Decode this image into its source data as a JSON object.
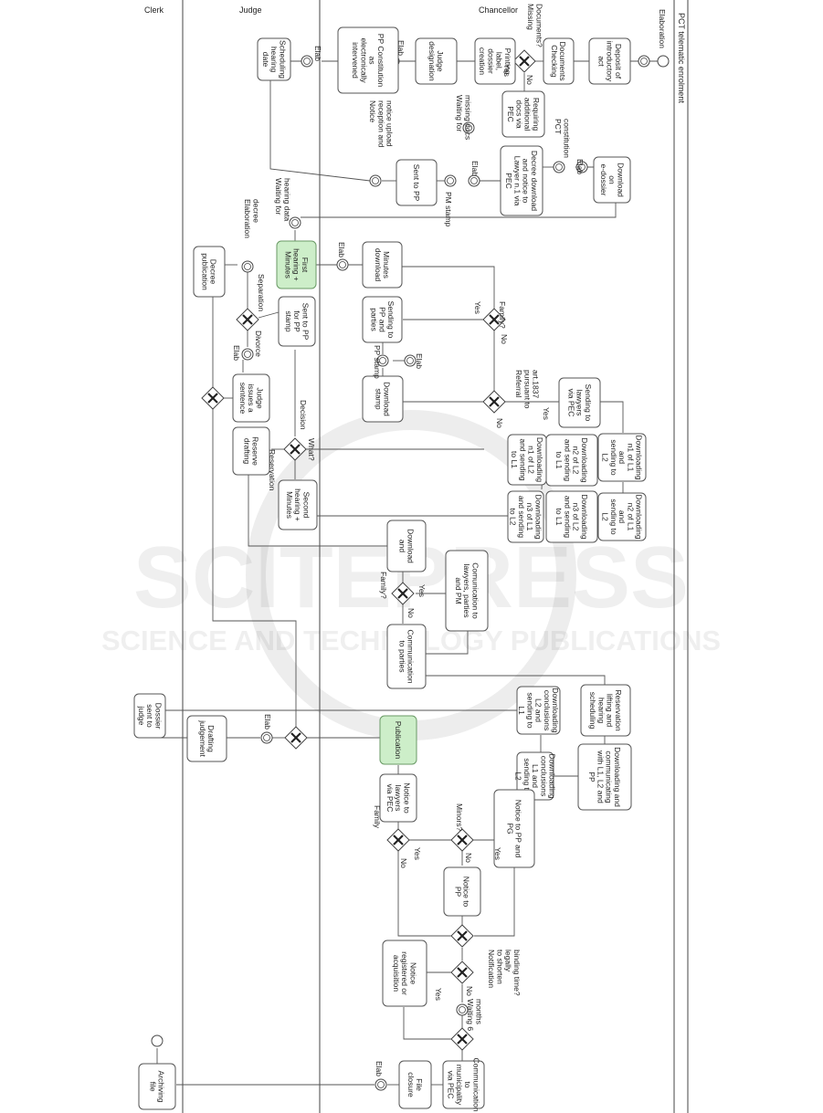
{
  "lanes": {
    "clerk": "Clerk",
    "judge": "Judge",
    "chancellor": "Chancellor",
    "enrolment": "PCT telematic enrolment"
  },
  "watermark": {
    "line1": "SCITEPRESS",
    "line2": "SCIENCE AND TECHNOLOGY PUBLICATIONS"
  },
  "tasks": {
    "deposit": "Deposit of introductory act",
    "doc_check": "Documents Checking",
    "print_label": "Printing label, dossier creation",
    "judge_designation": "Judge designation",
    "pp_constitution": "PP Constitution as electronically intervened",
    "scheduling": "Scheduling hearing date",
    "requiring": "Requiring additional docs via PEC",
    "download_edossier": "Download on e-dossier",
    "decree_download": "Decree download and notice to Lawyer n.1 via PEC",
    "sent_pp": "Sent to PP",
    "minutes_download": "Minutes download",
    "first_hearing": "First hearing + Minutes",
    "decree_publication": "Decree publication",
    "sending_pp_parties": "Sending to PP and parties",
    "sent_pp_stamp": "Sent to PP for PP stamp",
    "download_stamp": "Download stamp",
    "judge_sentence": "Judge issues a sentence",
    "sending_lawyers_pec": "Sending to lawyers via PEC",
    "dl_n1_l1": "Downloading n1 of L1 and sending to L2",
    "dl_n2_l2": "Downloading n2 of L2 and sending to L1",
    "dl_n1_l2": "Downloading n1 of L2 and sending to L1",
    "dl_n2_l1": "Downloading n2 of L1 and sending to L2",
    "dl_n3_l1": "Downloading n3 of L1 and sending to L2",
    "dl_n3_l2": "Downloading n3 of L2 and sending to L1",
    "reserve_drafting": "Reserve drafting",
    "second_hearing": "Second hearing + Minutes",
    "download_and": "Download and",
    "communication_lawyers": "Comunication to lawyers, parties and PM",
    "communication_parties": "Communication to parties",
    "reservation_lifting": "Reservation lifting and hearing scheduling",
    "dl_conclusions_l2": "Downloading conclusions L2 and sending to L1",
    "dl_communicating": "Downloading and communicating with L1, L2 and PP",
    "dl_conclusions_l1": "Downloading conclusions L1 and sending to L2",
    "dossier_sent": "Dossier sent to judge",
    "drafting_judgement": "Drafting judgement",
    "publication": "Publication",
    "notice_lawyers": "Notice to lawyers via PEC",
    "notice_pp_pg": "Notice to PP and PG",
    "notice_pp": "Notice to PP",
    "notice_registered": "Notice registered or acquisition",
    "communication_municipality": "Communication to municipality via PEC",
    "file_closure": "File closure",
    "archiving": "Archiving file"
  },
  "labels": {
    "elaboration": "Elaboration",
    "missing_docs": "Missing Documents?",
    "yes": "Yes",
    "no": "No",
    "elab": "Elab",
    "waiting_docs": "Waiting for missing docs",
    "pct_constitution": "PCT constitution",
    "notice_reception": "Notice reception and notice upload",
    "pm_stamp": "PM stamp",
    "waiting_hearing": "Waiting for hearing data",
    "elab_decree": "Elaboration decree",
    "family": "Family?",
    "pp_stamp": "PP stamp",
    "separation": "Separation",
    "divorce": "Divorce",
    "referral": "Referral pursuant to art.1837",
    "decision": "Decision",
    "what": "What?",
    "reservation": "Reservation",
    "minors": "Minors?",
    "family_plain": "Family",
    "notification": "Notification to shorten legally binding time?",
    "waiting_months": "Waiting 6 months"
  }
}
